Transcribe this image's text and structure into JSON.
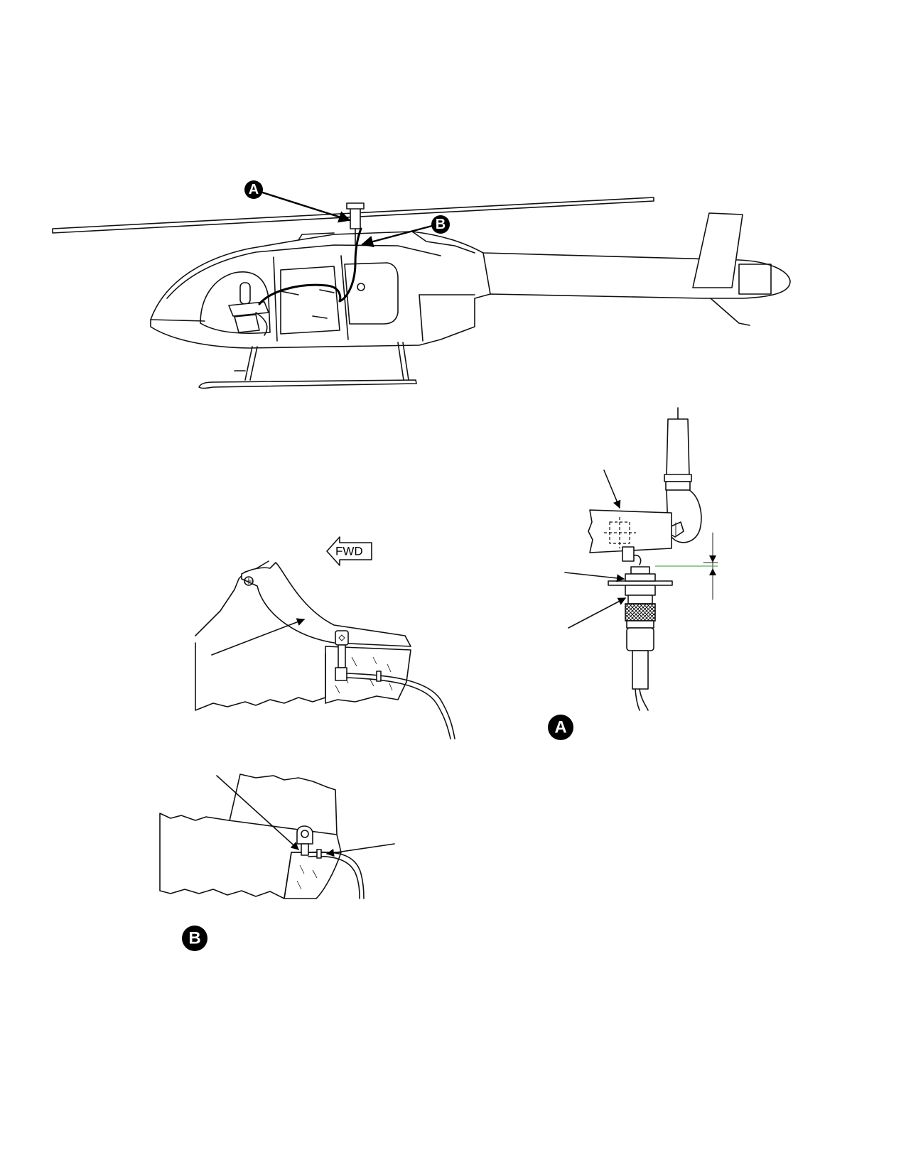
{
  "callouts": {
    "a": "A",
    "b": "B"
  },
  "detail_labels": {
    "a": "A",
    "b": "B"
  },
  "direction_arrow": {
    "label": "FWD"
  }
}
